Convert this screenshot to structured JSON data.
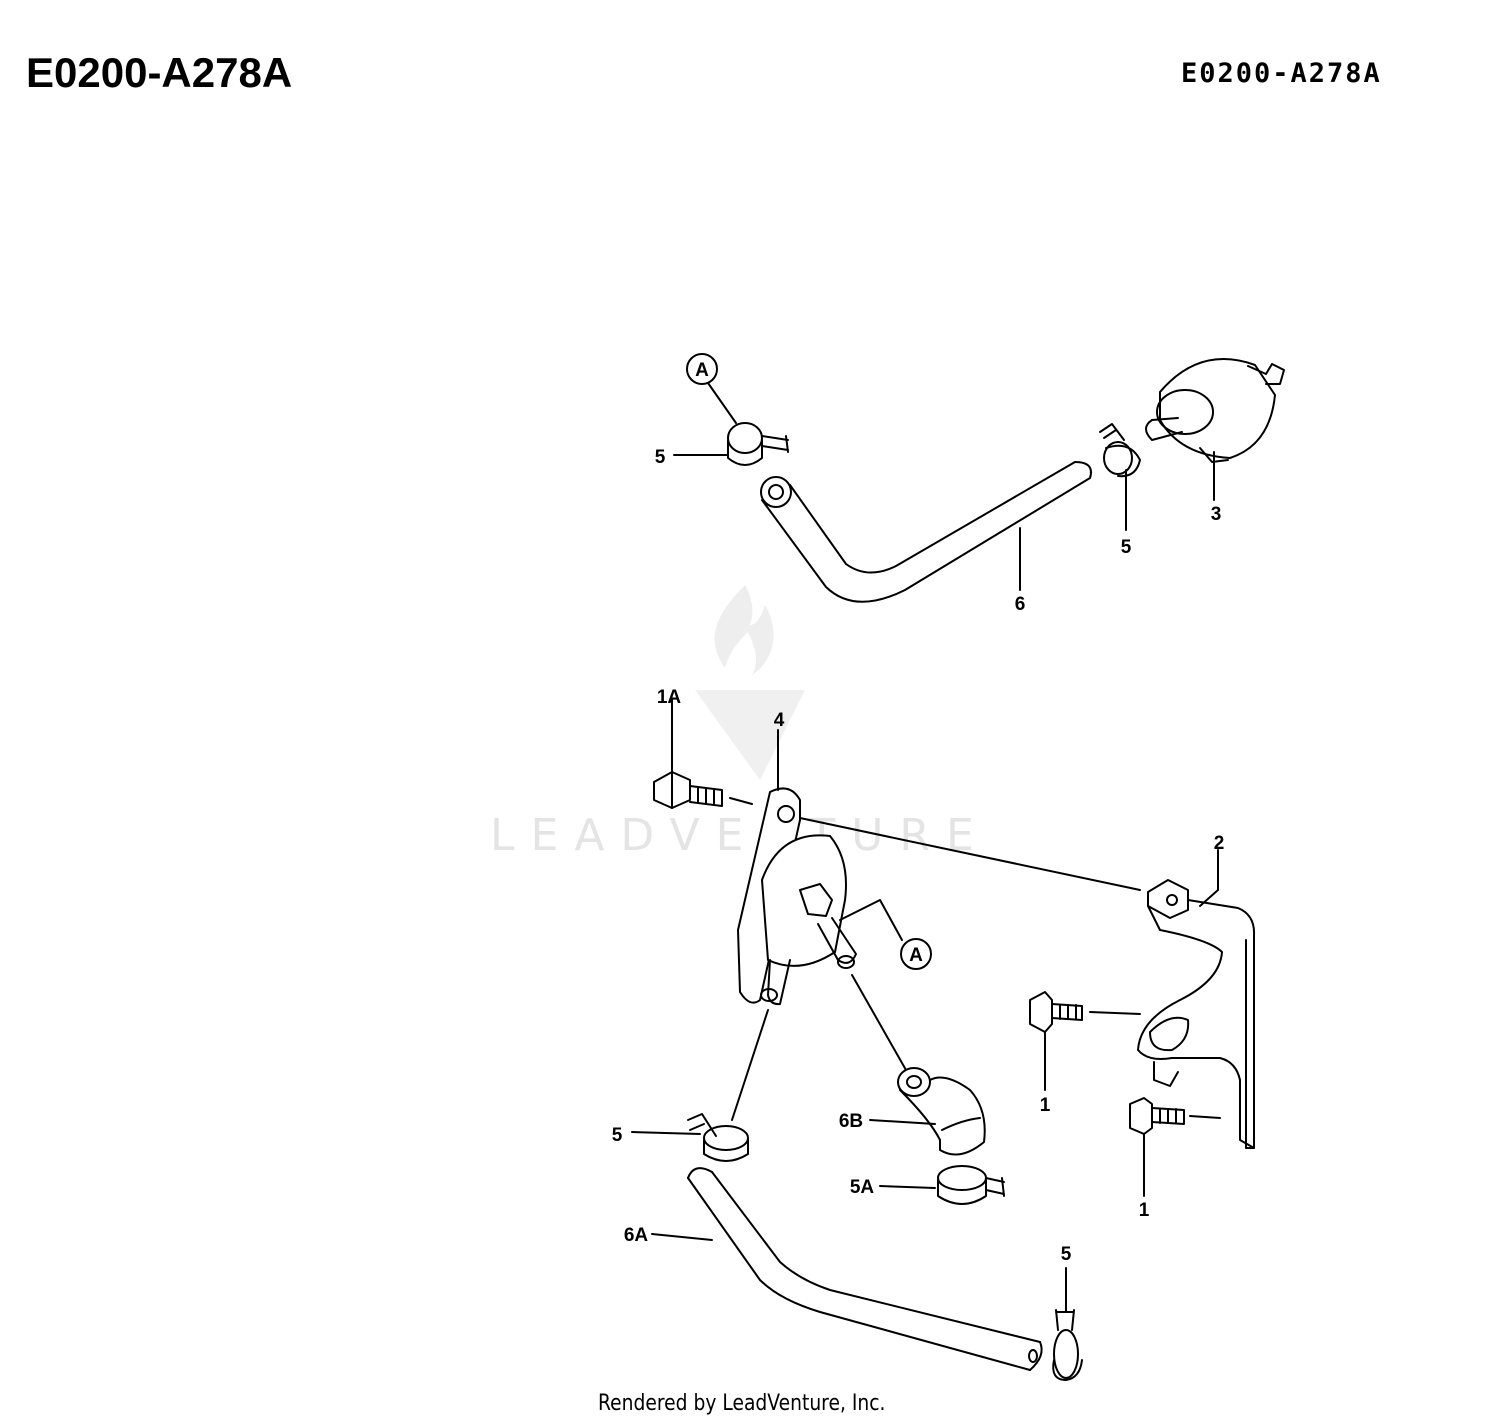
{
  "header": {
    "title_left": "E0200-A278A",
    "title_right": "E0200-A278A"
  },
  "watermark": {
    "text": "LEADVENTURE"
  },
  "callouts": {
    "ref_a_top": "A",
    "ref_a_pump": "A",
    "clamp_5_upper_left": "5",
    "clamp_5_upper_right": "5",
    "filter_3": "3",
    "hose_6": "6",
    "bolt_1a": "1A",
    "pump_4": "4",
    "bracket_2": "2",
    "bolt_1_upper": "1",
    "bolt_1_lower": "1",
    "hose_6b": "6B",
    "clamp_5a": "5A",
    "clamp_5_lower_left": "5",
    "hose_6a": "6A",
    "clamp_5_lower_right": "5"
  },
  "footer": {
    "rendered_by": "Rendered by LeadVenture, Inc."
  }
}
